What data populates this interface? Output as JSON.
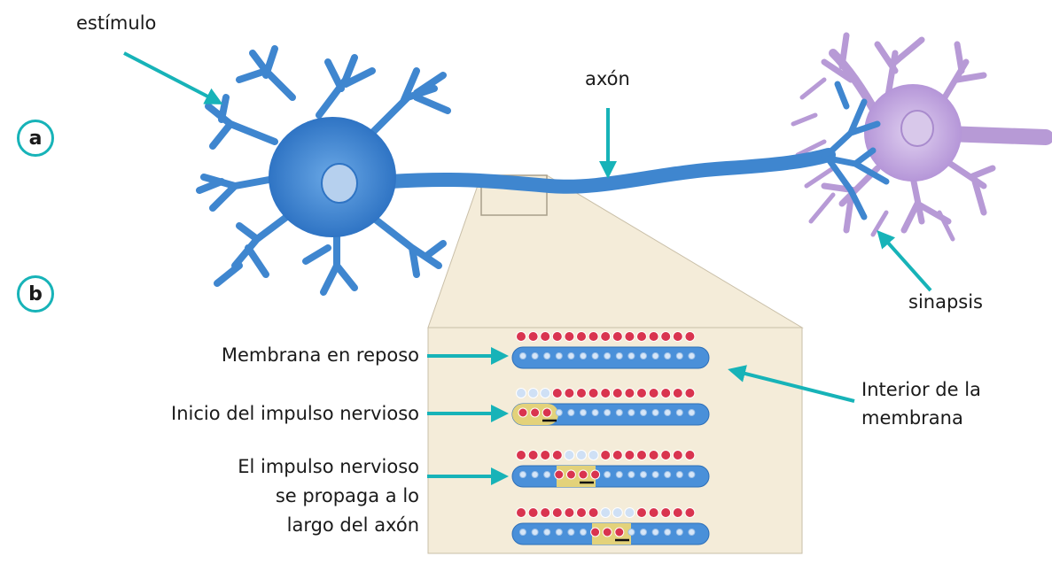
{
  "labels": {
    "stimulus": "estímulo",
    "axon": "axón",
    "synapse": "sinapsis",
    "membrane_interior_line1": "Interior de la",
    "membrane_interior_line2": "membrana",
    "resting_membrane": "Membrana en reposo",
    "impulse_start": "Inicio del impulso nervioso",
    "impulse_propagates_line1": "El impulso nervioso",
    "impulse_propagates_line2": "se propaga a lo",
    "impulse_propagates_line3": "largo del axón"
  },
  "badges": {
    "a": "a",
    "b": "b"
  },
  "colors": {
    "arrow": "#17b3b8",
    "neuron_blue": "#3f86cf",
    "neuron_purple": "#b79ad6",
    "panel_bg": "#f4ecd9",
    "membrane_blue": "#4a90d9",
    "depolarized_yellow": "#e3d27a",
    "positive_ion": "#d9344f",
    "negative_ion": "#cfe0f5"
  },
  "membrane_strips": [
    {
      "name": "resting"
    },
    {
      "name": "start"
    },
    {
      "name": "propagate-1"
    },
    {
      "name": "propagate-2"
    }
  ]
}
